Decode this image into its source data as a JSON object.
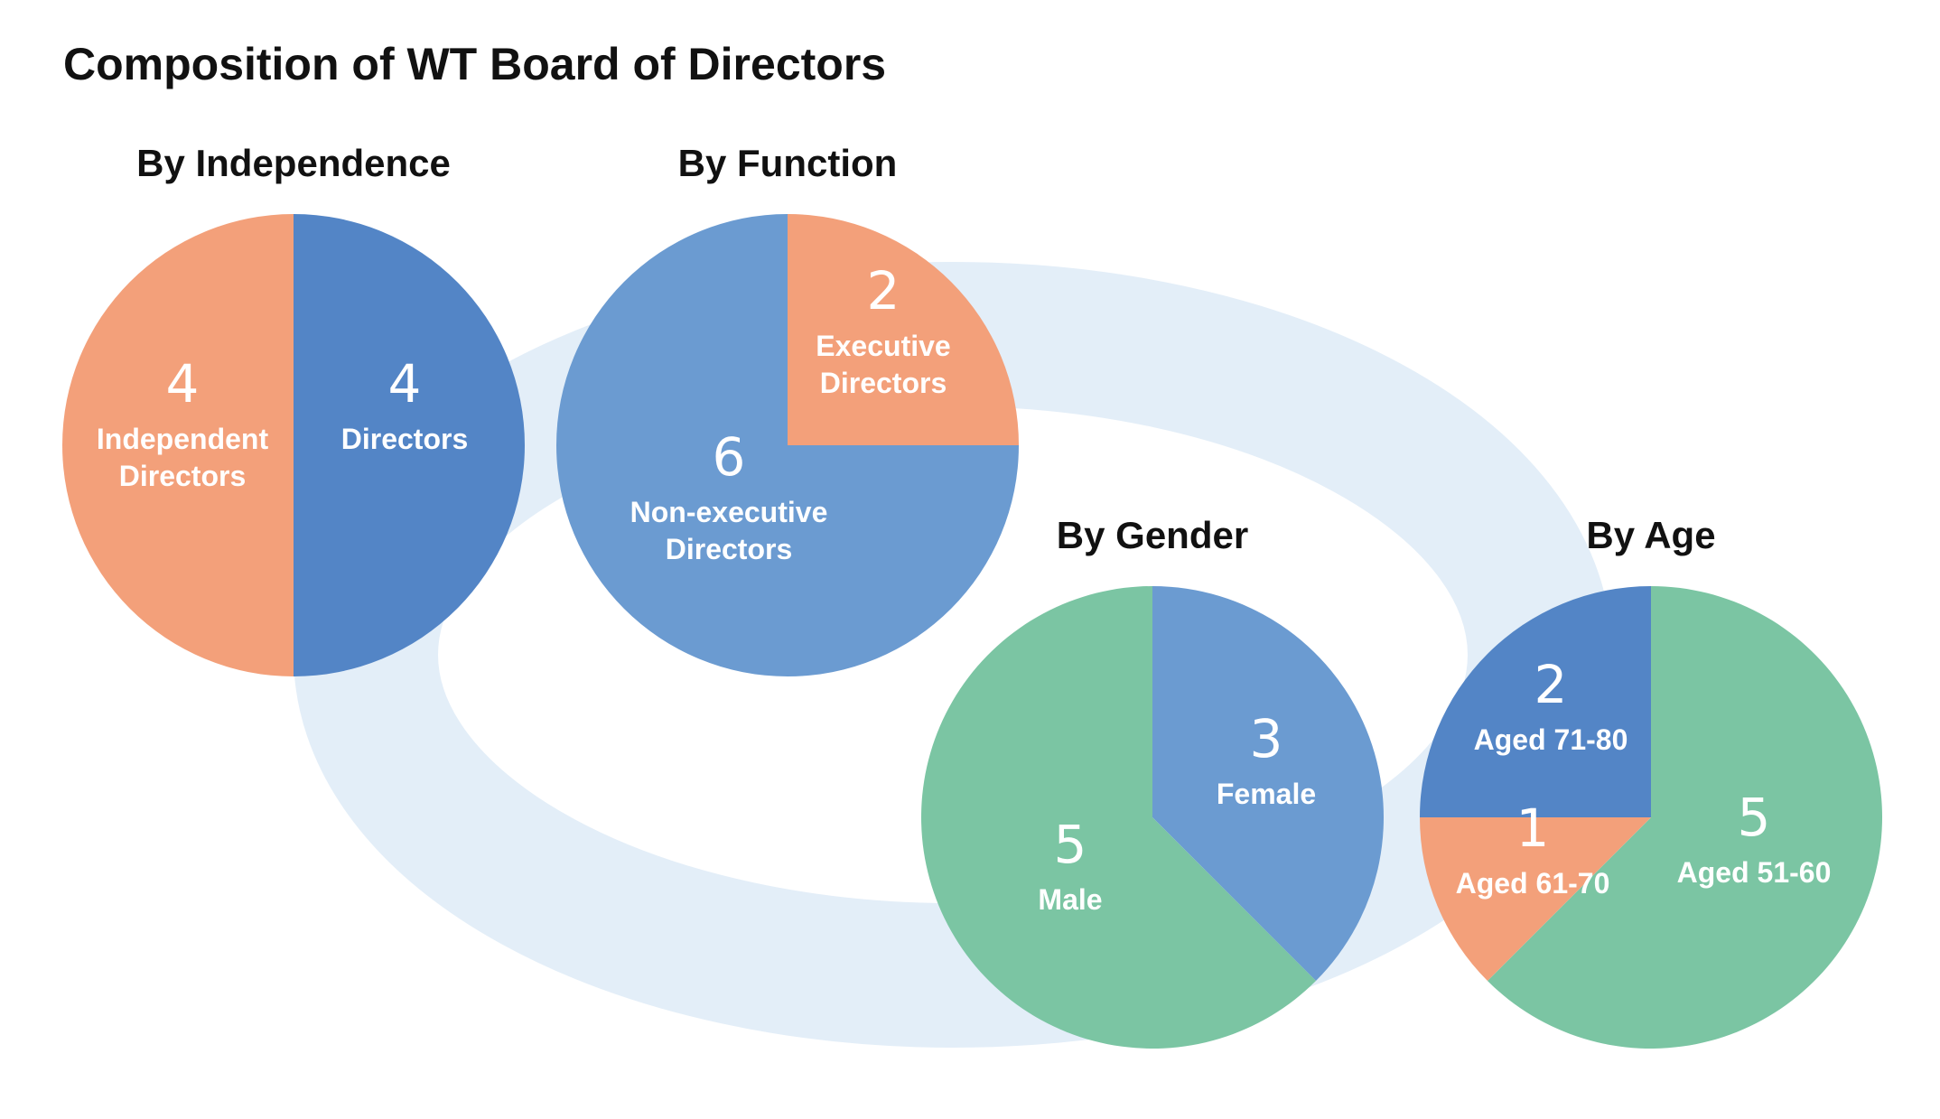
{
  "page": {
    "title": "Composition of WT Board of Directors"
  },
  "colors": {
    "ring": "#E3EEF8"
  },
  "chart_data": [
    {
      "type": "pie",
      "title": "By Independence",
      "slices": [
        {
          "value": 4,
          "label": [
            "Independent",
            "Directors"
          ],
          "color": "#5385C6"
        },
        {
          "value": 4,
          "label": [
            "Directors"
          ],
          "color": "#F3A07A"
        }
      ]
    },
    {
      "type": "pie",
      "title": "By Function",
      "slices": [
        {
          "value": 2,
          "label": [
            "Executive",
            "Directors"
          ],
          "color": "#F3A07A"
        },
        {
          "value": 6,
          "label": [
            "Non-executive",
            "Directors"
          ],
          "color": "#6B9BD1"
        }
      ]
    },
    {
      "type": "pie",
      "title": "By Gender",
      "slices": [
        {
          "value": 3,
          "label": [
            "Female"
          ],
          "color": "#6B9BD1"
        },
        {
          "value": 5,
          "label": [
            "Male"
          ],
          "color": "#7BC5A3"
        }
      ]
    },
    {
      "type": "pie",
      "title": "By Age",
      "slices": [
        {
          "value": 5,
          "label": [
            "Aged 51-60"
          ],
          "color": "#7BC5A3"
        },
        {
          "value": 1,
          "label": [
            "Aged 61-70"
          ],
          "color": "#F3A07A"
        },
        {
          "value": 2,
          "label": [
            "Aged 71-80"
          ],
          "color": "#5385C6"
        }
      ]
    }
  ]
}
